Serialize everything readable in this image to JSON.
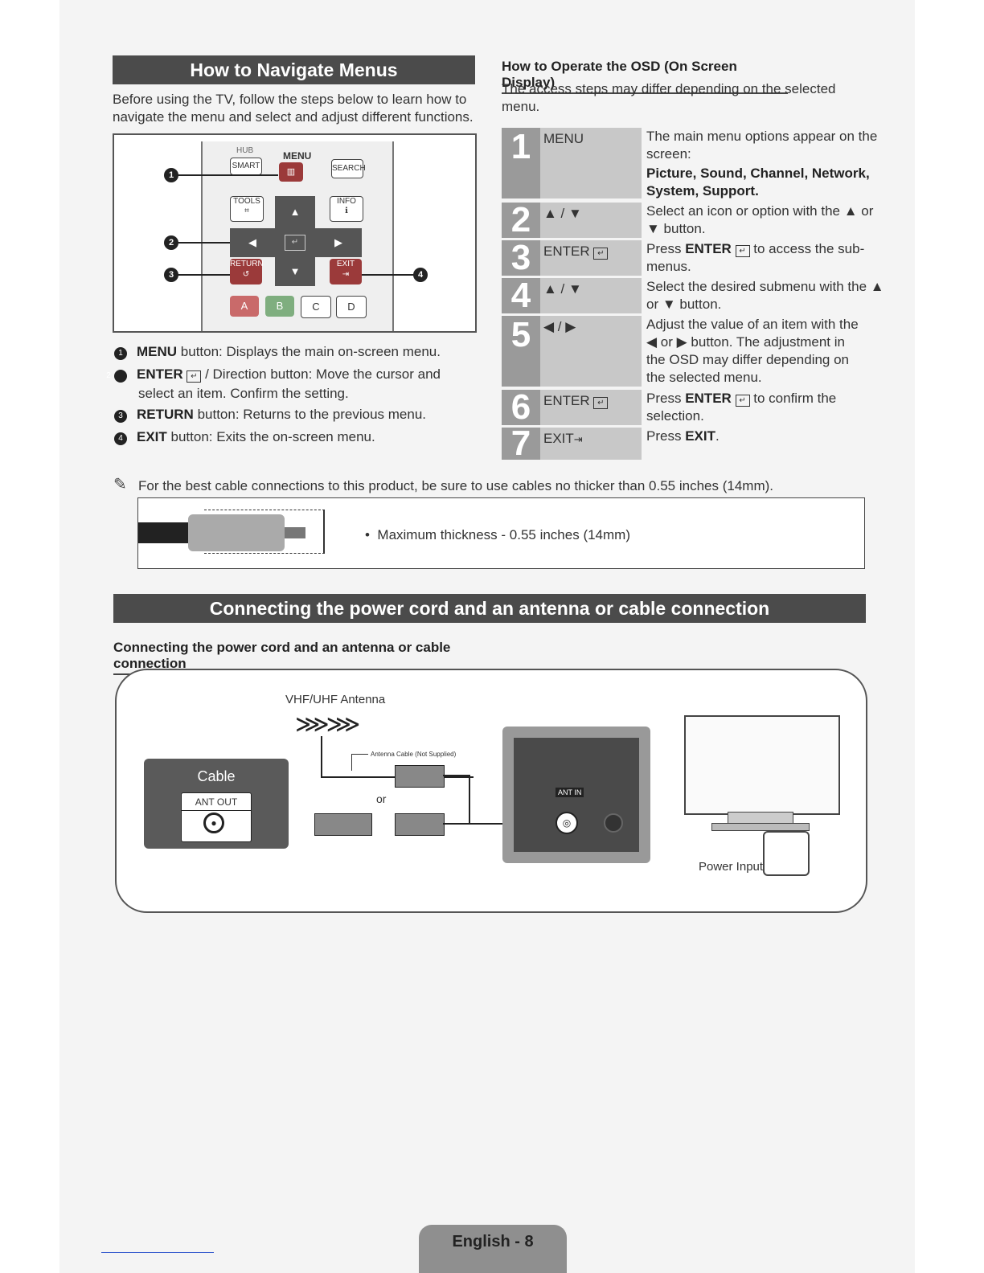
{
  "navigate": {
    "title": "How to Navigate Menus",
    "intro": "Before using the TV, follow the steps below to learn how to navigate the menu and select and adjust different functions.",
    "remote": {
      "hub": "HUB",
      "smart": "SMART",
      "menu": "MENU",
      "search": "SEARCH",
      "tools": "TOOLS",
      "info": "INFO",
      "return": "RETURN",
      "exit": "EXIT",
      "a": "A",
      "b": "B",
      "c": "C",
      "d": "D",
      "callouts": [
        "1",
        "2",
        "3",
        "4"
      ]
    },
    "legend": [
      {
        "num": "1",
        "key": "MENU",
        "text": " button: Displays the main on-screen menu."
      },
      {
        "num": "2",
        "key": "ENTER",
        "text": " / Direction button: Move the cursor and select an item. Confirm the setting."
      },
      {
        "num": "3",
        "key": "RETURN",
        "text": " button: Returns to the previous menu."
      },
      {
        "num": "4",
        "key": "EXIT",
        "text": " button: Exits the on-screen menu."
      }
    ]
  },
  "osd": {
    "title": "How to Operate the OSD (On Screen Display)",
    "intro": "The access steps may differ depending on the selected menu.",
    "steps": [
      {
        "num": "1",
        "key": "MENU",
        "desc": "The main menu options appear on the screen:",
        "desc_bold": "Picture, Sound, Channel, Network, System, Support."
      },
      {
        "num": "2",
        "key": "▲ / ▼",
        "desc": "Select an icon or option with the ▲ or ▼ button."
      },
      {
        "num": "3",
        "key": "ENTER",
        "desc_pre": "Press ",
        "desc_key": "ENTER",
        "desc_post": " to access the sub-menus."
      },
      {
        "num": "4",
        "key": "▲ / ▼",
        "desc": "Select the desired submenu with the ▲ or ▼ button."
      },
      {
        "num": "5",
        "key": "◀ / ▶",
        "desc": "Adjust the value of an item with the ◀ or ▶ button. The adjustment in the OSD may differ depending on the selected menu."
      },
      {
        "num": "6",
        "key": "ENTER",
        "desc_pre": "Press ",
        "desc_key": "ENTER",
        "desc_post": " to confirm the selection."
      },
      {
        "num": "7",
        "key": "EXIT",
        "desc_pre": "Press ",
        "desc_key": "EXIT",
        "desc_post": "."
      }
    ]
  },
  "cable_note": {
    "text": "For the best cable connections to this product, be sure to use cables no thicker than 0.55 inches (14mm).",
    "bullet": "Maximum thickness - 0.55 inches (14mm)"
  },
  "connect": {
    "banner": "Connecting the power cord and an antenna or cable connection",
    "subtitle": "Connecting the power cord and an antenna or cable connection",
    "antenna_label": "VHF/UHF Antenna",
    "antenna_cable_label": "Antenna Cable (Not Supplied)",
    "or": "or",
    "cable": "Cable",
    "ant_out": "ANT OUT",
    "ant_in": "ANT IN",
    "power_input": "Power Input"
  },
  "footer": {
    "page_label": "English - 8"
  }
}
